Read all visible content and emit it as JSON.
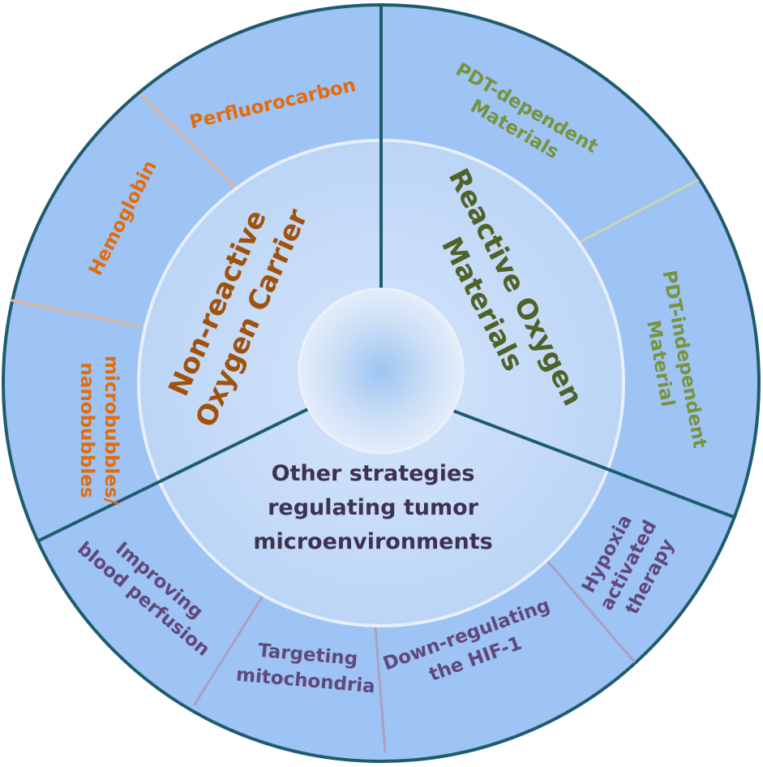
{
  "colors": {
    "orange": "#E36C0A",
    "dark_orange": "#A0520C",
    "green": "#77933C",
    "dark_green": "#4F6228",
    "purple": "#60497A",
    "dark_purple": "#3F3151",
    "outer_fill": "#9EC3F5",
    "divider": "#1F5C6E",
    "minor_divider": "#E2B69A"
  },
  "sections": {
    "non_reactive": {
      "title_lines": [
        "Non-reactive",
        "Oxygen Carrier"
      ],
      "items": [
        {
          "lines": [
            "Perfluorocarbon"
          ]
        },
        {
          "lines": [
            "Hemoglobin"
          ]
        },
        {
          "lines": [
            "microbubbles/",
            "nanobubbles"
          ]
        }
      ]
    },
    "reactive": {
      "title_lines": [
        "Reactive Oxygen",
        "Materials"
      ],
      "items": [
        {
          "lines": [
            "PDT-dependent",
            "Materials"
          ]
        },
        {
          "lines": [
            "PDT-independent",
            "Material"
          ]
        }
      ]
    },
    "other": {
      "title_lines": [
        "Other strategies",
        "regulating tumor",
        "microenvironments"
      ],
      "items": [
        {
          "lines": [
            "Improving",
            "blood perfusion"
          ]
        },
        {
          "lines": [
            "Targeting",
            "mitochondria"
          ]
        },
        {
          "lines": [
            "Down-regulating",
            "the HIF-1"
          ]
        },
        {
          "lines": [
            "Hypoxia",
            "activated",
            "therapy"
          ]
        }
      ]
    }
  }
}
